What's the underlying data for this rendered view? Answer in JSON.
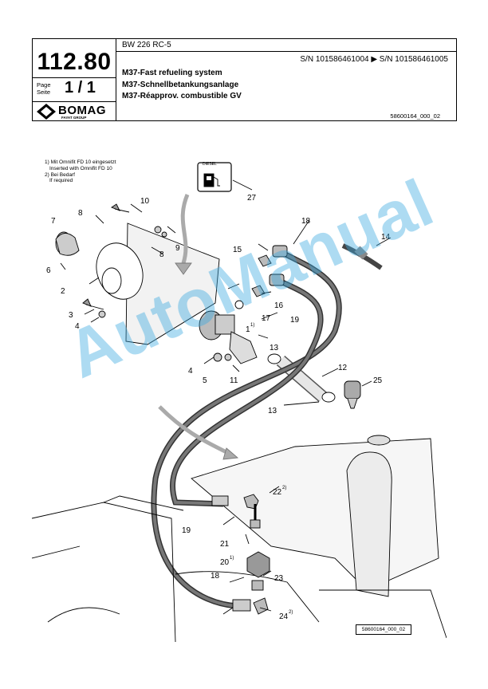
{
  "header": {
    "model": "BW 226 RC-5",
    "serial": "S/N 101586461004  ▶  S/N 101586461005",
    "page_number": "112.80",
    "page_label_de": "Page",
    "page_label_en": "Seite",
    "page_value": "1 / 1",
    "brand": "BOMAG",
    "brand_group": "FAYAT GROUP",
    "title_en": "M37-Fast refueling system",
    "title_de": "M37-Schnellbetankungsanlage",
    "title_fr": "M37-Réapprov. combustible GV",
    "doc_number": "58600164_000_02"
  },
  "notes": {
    "n1_de": "1) Mit Omnifit FD 10 eingesetzt",
    "n1_en": "Inserted with Omnifit FD 10",
    "n2_de": "2) Bei Bedarf",
    "n2_en": "If required"
  },
  "diagram": {
    "icon_text": "DIESEL",
    "callouts": [
      "1",
      "2",
      "3",
      "4",
      "4",
      "5",
      "6",
      "7",
      "8",
      "8",
      "9",
      "10",
      "11",
      "12",
      "13",
      "13",
      "14",
      "15",
      "16",
      "17",
      "18",
      "18",
      "19",
      "19",
      "20",
      "21",
      "22",
      "23",
      "24",
      "25",
      "27"
    ],
    "superscript_1": "1)",
    "superscript_2": "2)",
    "figure_label": "58600164_000_02"
  },
  "watermark": "AutoManual"
}
